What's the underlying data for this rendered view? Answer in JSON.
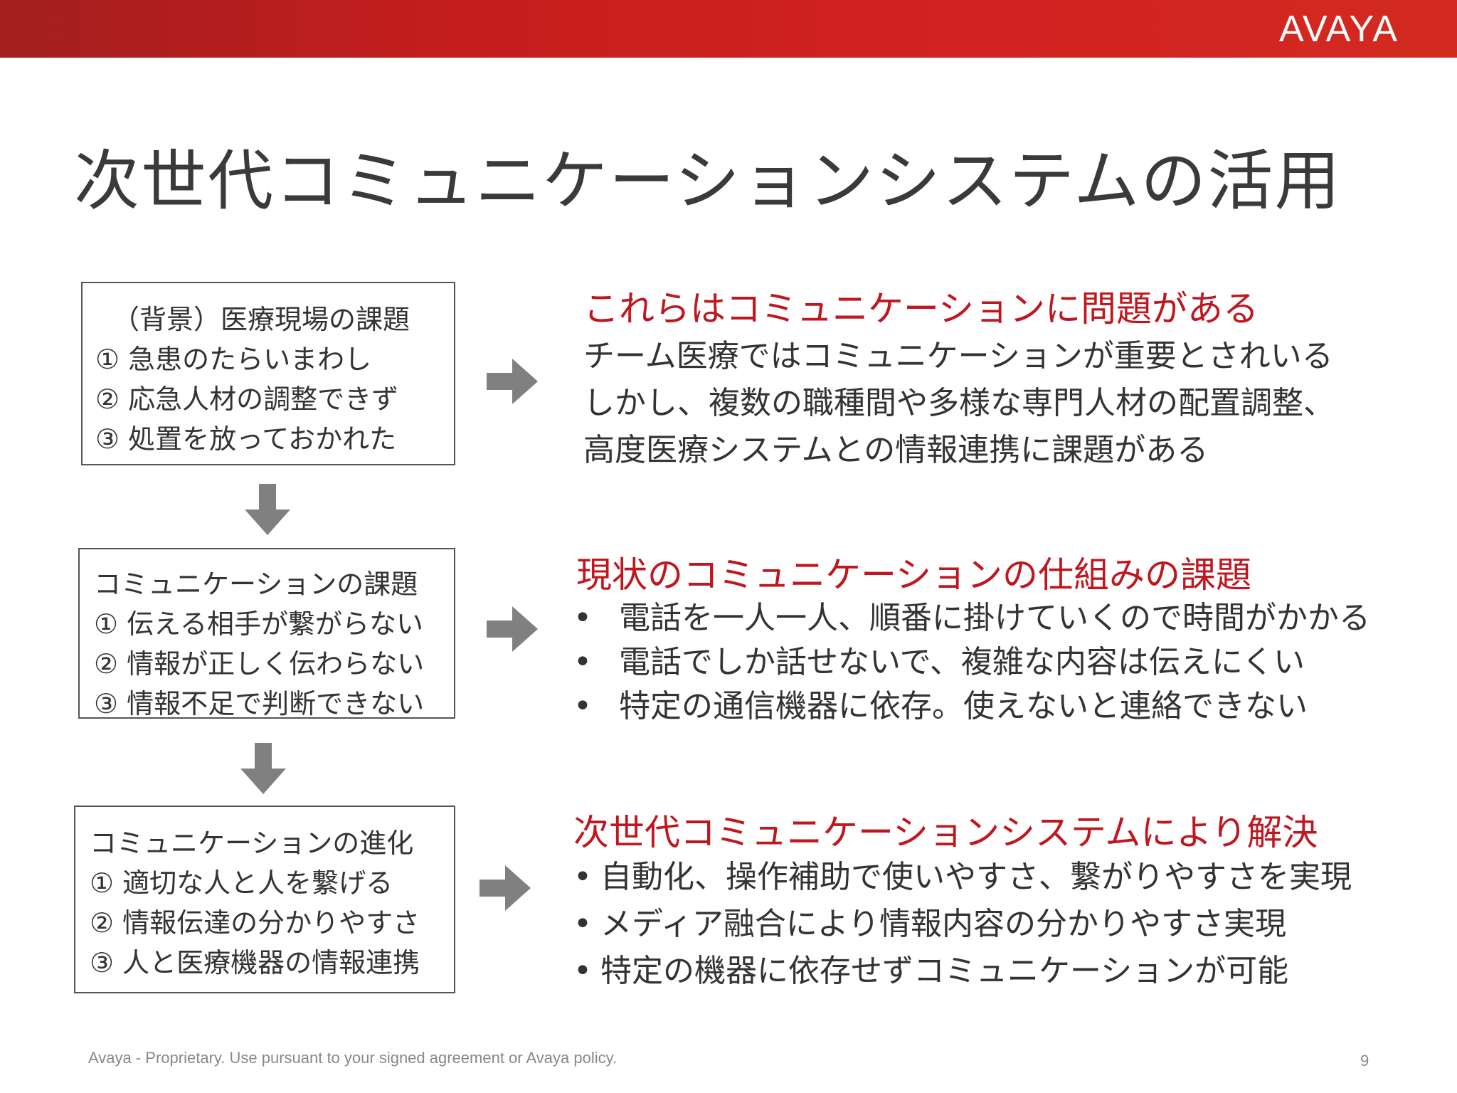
{
  "brand": {
    "logo_text": "AVAYA",
    "accent_color": "#c0171f",
    "bar_color": "#d22222"
  },
  "title": "次世代コミュニケーションシステムの活用",
  "boxes": [
    {
      "lines": [
        "（背景）医療現場の課題",
        "① 急患のたらいまわし",
        "② 応急人材の調整できず",
        "③ 処置を放っておかれた"
      ]
    },
    {
      "lines": [
        "コミュニケーションの課題",
        "① 伝える相手が繋がらない",
        "② 情報が正しく伝わらない",
        "③ 情報不足で判断できない"
      ]
    },
    {
      "lines": [
        "コミュニケーションの進化",
        "① 適切な人と人を繋げる",
        "② 情報伝達の分かりやすさ",
        "③ 人と医療機器の情報連携"
      ]
    }
  ],
  "sections": [
    {
      "heading": "これらはコミュニケーションに問題がある",
      "lines": [
        "チーム医療ではコミュニケーションが重要とされいる",
        "しかし、複数の職種間や多様な専門人材の配置調整、",
        "高度医療システムとの情報連携に課題がある"
      ]
    },
    {
      "heading": "現状のコミュニケーションの仕組みの課題",
      "bullets": [
        "電話を一人一人、順番に掛けていくので時間がかかる",
        "電話でしか話せないで、複雑な内容は伝えにくい",
        "特定の通信機器に依存。使えないと連絡できない"
      ]
    },
    {
      "heading": "次世代コミュニケーションシステムにより解決",
      "bullets": [
        "自動化、操作補助で使いやすさ、繋がりやすさを実現",
        "メディア融合により情報内容の分かりやすさ実現",
        "特定の機器に依存せずコミュニケーションが可能"
      ]
    }
  ],
  "bullet_symbol": "•",
  "footer": "Avaya - Proprietary.  Use pursuant to your signed agreement or Avaya policy.",
  "page_number": "9"
}
